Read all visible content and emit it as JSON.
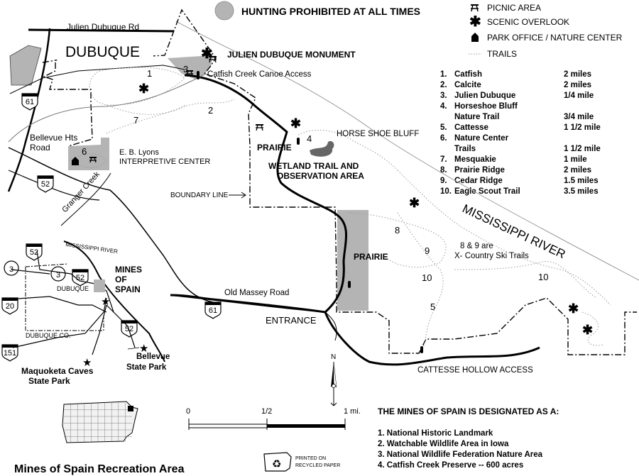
{
  "title": "Mines of Spain Recreation Area",
  "hunting_notice": "HUNTING PROHIBITED AT ALL TIMES",
  "legend": {
    "picnic": "PICNIC AREA",
    "scenic": "SCENIC OVERLOOK",
    "office": "PARK OFFICE / NATURE CENTER",
    "trails": "TRAILS"
  },
  "trails": [
    {
      "num": "1.",
      "name": "Catfish",
      "length": "2 miles"
    },
    {
      "num": "2.",
      "name": "Calcite",
      "length": "2 miles"
    },
    {
      "num": "3.",
      "name": "Julien Dubuque",
      "length": "1/4 mile"
    },
    {
      "num": "4.",
      "name": "Horseshoe Bluff",
      "length": ""
    },
    {
      "num": "",
      "name": "Nature Trail",
      "length": "3/4 mile"
    },
    {
      "num": "5.",
      "name": "Cattesse",
      "length": "1 1/2 mile"
    },
    {
      "num": "6.",
      "name": "Nature Center",
      "length": ""
    },
    {
      "num": "",
      "name": "Trails",
      "length": "1 1/2 mile"
    },
    {
      "num": "7.",
      "name": "Mesquakie",
      "length": "1 mile"
    },
    {
      "num": "8.",
      "name": "Prairie Ridge",
      "length": "2 miles"
    },
    {
      "num": "9.",
      "name": "Cedar Ridge",
      "length": "1.5 miles"
    },
    {
      "num": "10.",
      "name": "Eagle Scout Trail",
      "length": "3.5 miles"
    }
  ],
  "labels": {
    "julien_rd": "Julien Dubuque Rd",
    "dubuque": "DUBUQUE",
    "monument": "JULIEN DUBUQUE MONUMENT",
    "canoe": "Catfish Creek Canoe Access",
    "bellevue_hts": "Bellevue Hts",
    "road": "Road",
    "lyons1": "E. B. Lyons",
    "lyons2": "INTERPRETIVE CENTER",
    "granger": "Granger Creek",
    "prairie1": "PRAIRIE",
    "prairie2": "PRAIRIE",
    "wetland1": "WETLAND TRAIL AND",
    "wetland2": "OBSERVATION AREA",
    "horseshoe": "HORSE SHOE BLUFF",
    "boundary": "BOUNDARY LINE",
    "river": "MISSISSIPPI RIVER",
    "ski1": "8 & 9 are",
    "ski2": "X- Country Ski Trails",
    "old_massey": "Old Massey Road",
    "entrance": "ENTRANCE",
    "cattesse_access": "CATTESSE HOLLOW ACCESS",
    "north": "N"
  },
  "trail_numbers": [
    "1",
    "2",
    "3",
    "4",
    "5",
    "6",
    "7",
    "8",
    "9",
    "10",
    "10"
  ],
  "highways": [
    "61",
    "52",
    "52",
    "52",
    "52",
    "61",
    "151",
    "20",
    "3",
    "3"
  ],
  "inset": {
    "river": "MISSISSIPPI RIVER",
    "mines1": "MINES",
    "mines2": "OF",
    "mines3": "SPAIN",
    "dubuque": "DUBUQUE",
    "county": "DUBUQUE  CO.",
    "bellevue1": "Bellevue",
    "bellevue2": "State Park",
    "maquoketa1": "Maquoketa Caves",
    "maquoketa2": "State Park"
  },
  "scale": {
    "zero": "0",
    "half": "1/2",
    "one": "1 mi."
  },
  "designations": {
    "heading": "THE MINES OF SPAIN IS DESIGNATED AS A:",
    "items": [
      "1.  National Historic Landmark",
      "2.  Watchable Wildlife Area in Iowa",
      "3.  National Wildlife Federation Nature Area",
      "4.  Catfish Creek Preserve -- 600 acres"
    ]
  },
  "recycled": {
    "line1": "PRINTED ON",
    "line2": "RECYCLED PAPER"
  }
}
